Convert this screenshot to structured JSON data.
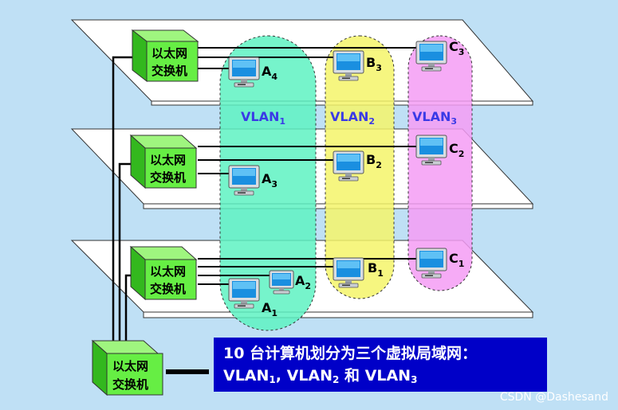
{
  "switch_label_line1": "以太网",
  "switch_label_line2": "交换机",
  "floors": [
    {
      "name": "floor-top",
      "computers": [
        "A",
        "B",
        "C"
      ],
      "indices": [
        "4",
        "3",
        "3"
      ]
    },
    {
      "name": "floor-middle",
      "computers": [
        "A",
        "B",
        "C"
      ],
      "indices": [
        "3",
        "2",
        "2"
      ]
    },
    {
      "name": "floor-bottom",
      "computers": [
        "A",
        "A",
        "B",
        "C"
      ],
      "indices": [
        "1",
        "2",
        "1",
        "1"
      ]
    }
  ],
  "vlans": [
    {
      "base": "VLAN",
      "sub": "1",
      "color": "#5ef2c2"
    },
    {
      "base": "VLAN",
      "sub": "2",
      "color": "#f5f56a"
    },
    {
      "base": "VLAN",
      "sub": "3",
      "color": "#f59cf5"
    }
  ],
  "computers": {
    "A4": {
      "letter": "A",
      "sub": "4"
    },
    "A3": {
      "letter": "A",
      "sub": "3"
    },
    "A2": {
      "letter": "A",
      "sub": "2"
    },
    "A1": {
      "letter": "A",
      "sub": "1"
    },
    "B3": {
      "letter": "B",
      "sub": "3"
    },
    "B2": {
      "letter": "B",
      "sub": "2"
    },
    "B1": {
      "letter": "B",
      "sub": "1"
    },
    "C3": {
      "letter": "C",
      "sub": "3"
    },
    "C2": {
      "letter": "C",
      "sub": "2"
    },
    "C1": {
      "letter": "C",
      "sub": "1"
    }
  },
  "caption": {
    "line1": "10 台计算机划分为三个虚拟局域网：",
    "v1": "VLAN",
    "v1_sub": "1",
    "sep1": ", ",
    "v2": "VLAN",
    "v2_sub": "2",
    "and": " 和 ",
    "v3": "VLAN",
    "v3_sub": "3"
  },
  "watermark": "CSDN @Dashesand",
  "colors": {
    "background": "#bfe0f5",
    "switch": "#66ee44",
    "caption_bg": "#0000c8",
    "vlan_text": "#3a3ae6"
  }
}
